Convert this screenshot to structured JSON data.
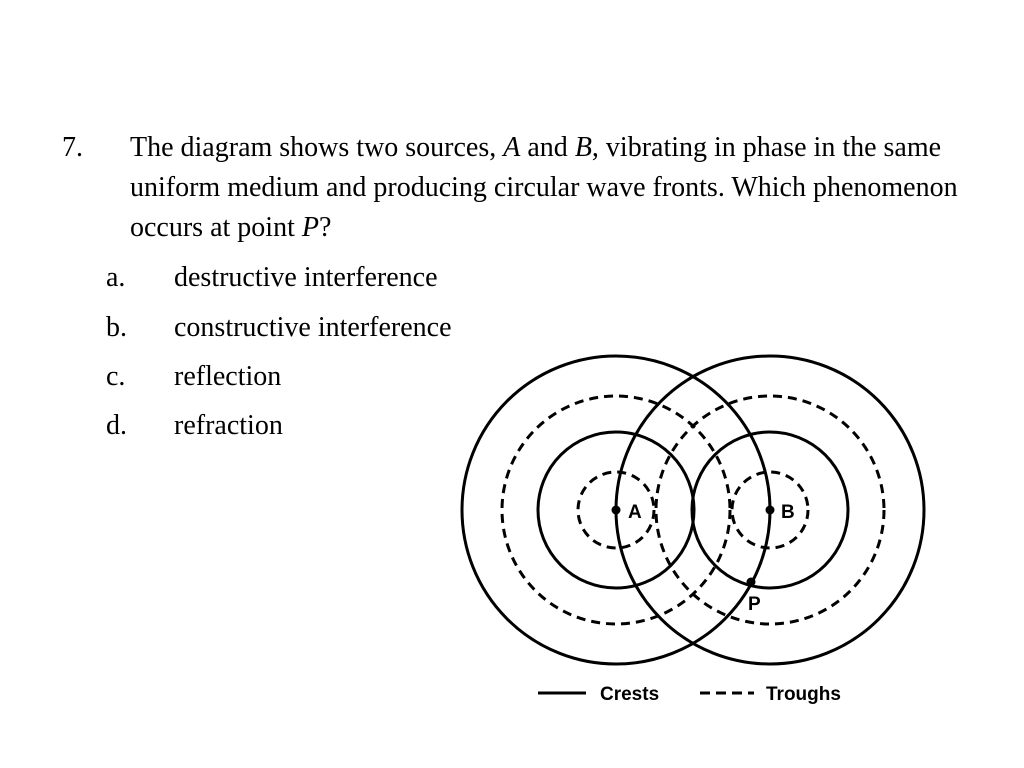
{
  "question": {
    "number": "7.",
    "text_parts": [
      {
        "text": "The diagram shows two sources, ",
        "italic": false
      },
      {
        "text": "A",
        "italic": true
      },
      {
        "text": " and ",
        "italic": false
      },
      {
        "text": "B",
        "italic": true
      },
      {
        "text": ", vibrating in phase in the same uniform medium and producing circular wave fronts.  Which phenomenon occurs at point ",
        "italic": false
      },
      {
        "text": "P",
        "italic": true
      },
      {
        "text": "?",
        "italic": false
      }
    ]
  },
  "options": [
    {
      "letter": "a.",
      "text": "destructive interference"
    },
    {
      "letter": "b.",
      "text": "constructive interference"
    },
    {
      "letter": "c.",
      "text": "reflection"
    },
    {
      "letter": "d.",
      "text": "refraction"
    }
  ],
  "diagram": {
    "source_a_label": "A",
    "source_b_label": "B",
    "point_label": "P",
    "legend": {
      "crests": "Crests",
      "troughs": "Troughs"
    }
  }
}
